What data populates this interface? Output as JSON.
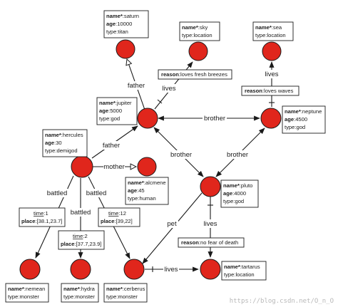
{
  "nodes": [
    {
      "id": "saturn",
      "props": [
        {
          "k": "name*",
          "v": ":saturn"
        },
        {
          "k": "age",
          "v": ":10000"
        },
        {
          "k": "type",
          "v": ":titan"
        }
      ]
    },
    {
      "id": "sky",
      "props": [
        {
          "k": "name*",
          "v": ":sky"
        },
        {
          "k": "type",
          "v": ":location"
        }
      ]
    },
    {
      "id": "sea",
      "props": [
        {
          "k": "name*",
          "v": ":sea"
        },
        {
          "k": "type",
          "v": ":location"
        }
      ]
    },
    {
      "id": "jupiter",
      "props": [
        {
          "k": "name*",
          "v": ":jupiter"
        },
        {
          "k": "age",
          "v": ":5000"
        },
        {
          "k": "type",
          "v": ":god"
        }
      ]
    },
    {
      "id": "neptune",
      "props": [
        {
          "k": "name*",
          "v": ":neptune"
        },
        {
          "k": "age",
          "v": ":4500"
        },
        {
          "k": "type",
          "v": ":god"
        }
      ]
    },
    {
      "id": "hercules",
      "props": [
        {
          "k": "name*",
          "v": ":hercules"
        },
        {
          "k": "age",
          "v": ":30"
        },
        {
          "k": "type",
          "v": ":demigod"
        }
      ]
    },
    {
      "id": "alcmene",
      "props": [
        {
          "k": "name*",
          "v": ":alcmene"
        },
        {
          "k": "age",
          "v": ":45"
        },
        {
          "k": "type",
          "v": ":human"
        }
      ]
    },
    {
      "id": "pluto",
      "props": [
        {
          "k": "name*",
          "v": ":pluto"
        },
        {
          "k": "age",
          "v": ":4000"
        },
        {
          "k": "type",
          "v": ":god"
        }
      ]
    },
    {
      "id": "nemean",
      "props": [
        {
          "k": "name*",
          "v": ":nemean"
        },
        {
          "k": "type",
          "v": ":monster"
        }
      ]
    },
    {
      "id": "hydra",
      "props": [
        {
          "k": "name*",
          "v": ":hydra"
        },
        {
          "k": "type",
          "v": ":monster"
        }
      ]
    },
    {
      "id": "cerberus",
      "props": [
        {
          "k": "name*",
          "v": ":cerberus"
        },
        {
          "k": "type",
          "v": ":monster"
        }
      ]
    },
    {
      "id": "tartarus",
      "props": [
        {
          "k": "name*",
          "v": ":tartarus"
        },
        {
          "k": "type",
          "v": ":location"
        }
      ]
    }
  ],
  "edges": [
    {
      "id": "jupiter-father-saturn",
      "label": "father"
    },
    {
      "id": "jupiter-lives-sky",
      "label": "lives",
      "reason": "loves fresh breezes"
    },
    {
      "id": "neptune-lives-sea",
      "label": "lives",
      "reason": "loves waves"
    },
    {
      "id": "jupiter-brother-neptune",
      "label": "brother"
    },
    {
      "id": "hercules-father-jupiter",
      "label": "father"
    },
    {
      "id": "hercules-mother-alcmene",
      "label": "mother"
    },
    {
      "id": "jupiter-brother-pluto",
      "label": "brother"
    },
    {
      "id": "neptune-brother-pluto",
      "label": "brother"
    },
    {
      "id": "hercules-battled-nemean",
      "label": "battled",
      "props": [
        {
          "k": "time",
          "v": ":1"
        },
        {
          "k": "place",
          "v": ":[38.1,23.7]"
        }
      ]
    },
    {
      "id": "hercules-battled-hydra",
      "label": "battled",
      "props": [
        {
          "k": "time",
          "v": ":2"
        },
        {
          "k": "place",
          "v": ":[37.7,23.9]"
        }
      ]
    },
    {
      "id": "hercules-battled-cerberus",
      "label": "battled",
      "props": [
        {
          "k": "time",
          "v": ":12"
        },
        {
          "k": "place",
          "v": ":[39,22]"
        }
      ]
    },
    {
      "id": "pluto-pet-cerberus",
      "label": "pet"
    },
    {
      "id": "pluto-lives-tartarus",
      "label": "lives",
      "reason": "no fear of death"
    },
    {
      "id": "cerberus-lives-tartarus",
      "label": "lives"
    }
  ],
  "watermark": "https://blog.csdn.net/O_n_O"
}
